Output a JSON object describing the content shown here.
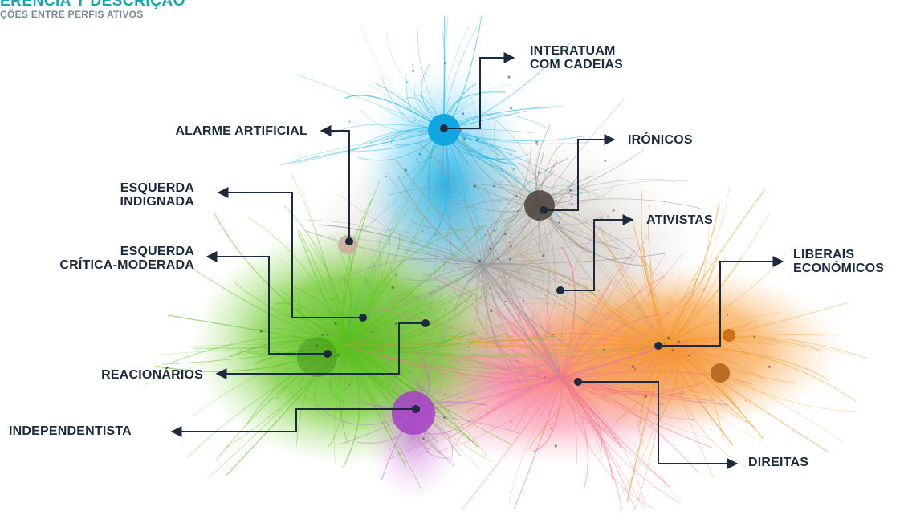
{
  "header": {
    "title": "ERÊNCIA Y DESCRIÇÃO",
    "subtitle": "ÇÕES ENTRE PERFIS ATIVOS"
  },
  "colors": {
    "label": "#1b2a3c",
    "title": "#1aa6b0",
    "subtitle": "#7a8a96",
    "cyan_cluster": "#1fb6e8",
    "green_cluster": "#5cc21a",
    "orange_cluster": "#f39a2c",
    "pink_cluster": "#f4738e",
    "purple_cluster": "#c86ad8",
    "grey_cluster": "#9a9a9a",
    "brown_cluster": "#5a4a44"
  },
  "labels": {
    "interatuam": [
      "INTERATUAM",
      "COM CADEIAS"
    ],
    "alarme": [
      "ALARME ARTIFICIAL"
    ],
    "ironicos": [
      "IRÓNICOS"
    ],
    "esquerda_indignada": [
      "ESQUERDA",
      "INDIGNADA"
    ],
    "ativistas": [
      "ATIVISTAS"
    ],
    "esquerda_critica": [
      "ESQUERDA",
      "CRÍTICA-MODERADA"
    ],
    "liberais": [
      "LIBERAIS",
      "ECONÓMICOS"
    ],
    "reacionarios": [
      "REACIONÁRIOS"
    ],
    "independentista": [
      "INDEPENDENTISTA"
    ],
    "direitas": [
      "DIREITAS"
    ]
  }
}
